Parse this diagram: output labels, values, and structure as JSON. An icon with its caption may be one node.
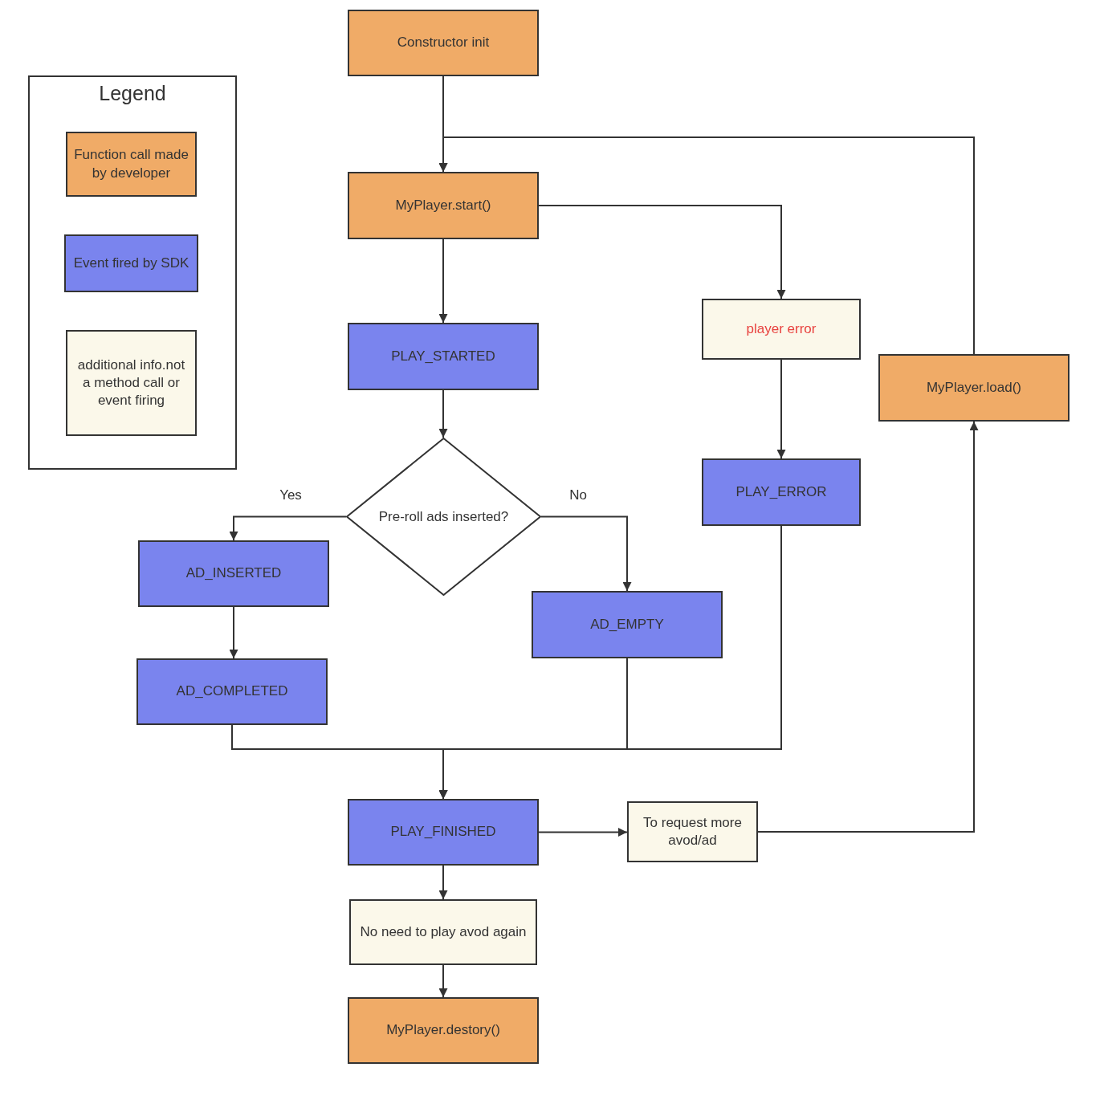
{
  "diagram": {
    "nodes": [
      {
        "text": [
          "Constructor init"
        ]
      },
      {
        "text": [
          "MyPlayer.start()"
        ]
      },
      {
        "text": [
          "PLAY_STARTED"
        ]
      },
      {
        "text": [
          "player error"
        ]
      },
      {
        "text": [
          "MyPlayer.load()"
        ]
      },
      {
        "text": [
          "Pre-roll ads inserted?"
        ]
      },
      {
        "text": [
          "PLAY_ERROR"
        ]
      },
      {
        "text": [
          "AD_INSERTED"
        ]
      },
      {
        "text": [
          "AD_EMPTY"
        ]
      },
      {
        "text": [
          "AD_COMPLETED"
        ]
      },
      {
        "text": [
          "PLAY_FINISHED"
        ]
      },
      {
        "text": [
          "To request more avod/ad"
        ]
      },
      {
        "text": [
          "No need to play avod again"
        ]
      },
      {
        "text": [
          "MyPlayer.destory()"
        ]
      }
    ],
    "edges": [
      {
        "from": 0,
        "to": 1,
        "arrow": "to"
      },
      {
        "from": 4,
        "to": 1,
        "arrow": "to"
      },
      {
        "from": 1,
        "to": 3,
        "arrow": "to"
      },
      {
        "from": 1,
        "to": 2,
        "arrow": "to"
      },
      {
        "from": 2,
        "to": 5,
        "arrow": "to"
      },
      {
        "from": 5,
        "to": 7,
        "arrow": "to",
        "label": "Yes"
      },
      {
        "from": 5,
        "to": 8,
        "arrow": "to",
        "label": "No"
      },
      {
        "from": 3,
        "to": 6,
        "arrow": "to"
      },
      {
        "from": 7,
        "to": 9,
        "arrow": "to"
      },
      {
        "from": 9,
        "to": 10,
        "arrow": "to"
      },
      {
        "from": 8,
        "to": 10,
        "arrow": "to"
      },
      {
        "from": 6,
        "to": 10,
        "arrow": "to"
      },
      {
        "from": 10,
        "to": 11,
        "arrow": "to"
      },
      {
        "from": 11,
        "to": 4,
        "arrow": "to"
      },
      {
        "from": 10,
        "to": 12,
        "arrow": "to"
      },
      {
        "from": 12,
        "to": 13,
        "arrow": "to"
      }
    ],
    "labels": [
      "Legend"
    ],
    "legend": [
      {
        "text": "Function call made by developer",
        "color": "#f0ab67"
      },
      {
        "text": "Event fired by SDK",
        "color": "#7a84ee"
      },
      {
        "text": "additional info.not a method call or event firing",
        "color": "#fbf8ea"
      }
    ]
  }
}
